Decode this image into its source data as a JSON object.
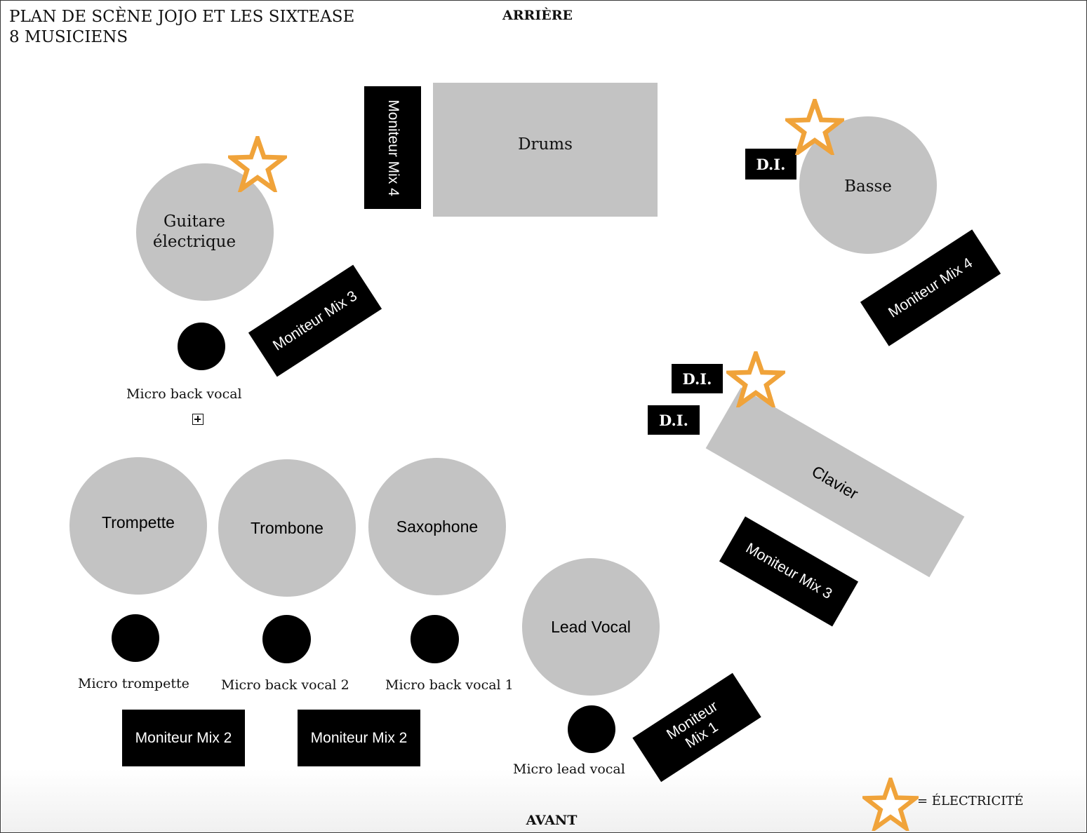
{
  "header": {
    "title_line1": "PLAN DE SCÈNE JOJO ET LES SIXTEASE",
    "title_line2": "8 MUSICIENS",
    "rear": "ARRIÈRE",
    "front": "AVANT"
  },
  "instruments": {
    "drums": "Drums",
    "guitar_line1": "Guitare",
    "guitar_line2": "électrique",
    "bass": "Basse",
    "keyboard": "Clavier",
    "trumpet": "Trompette",
    "trombone": "Trombone",
    "saxophone": "Saxophone",
    "lead_vocal": "Lead Vocal"
  },
  "monitors": {
    "drums_monitor": "Moniteur Mix 4",
    "guitar_monitor": "Moniteur Mix 3",
    "bass_monitor": "Moniteur Mix 4",
    "keyboard_monitor": "Moniteur Mix 3",
    "lead_monitor_line1": "Moniteur",
    "lead_monitor_line2": "Mix 1",
    "horns_monitor_left": "Moniteur Mix 2",
    "horns_monitor_right": "Moniteur Mix 2"
  },
  "di_boxes": {
    "bass_di": "D.I.",
    "keyboard_di_1": "D.I.",
    "keyboard_di_2": "D.I."
  },
  "mics": {
    "back_vocal": "Micro back vocal",
    "trumpet": "Micro trompette",
    "back_vocal_2": "Micro back vocal 2",
    "back_vocal_1": "Micro back vocal 1",
    "lead_vocal": "Micro lead vocal"
  },
  "legend": {
    "electricity": "= ÉLECTRICITÉ",
    "star_color": "#f0a33a"
  },
  "colors": {
    "instrument_fill": "#c3c3c3",
    "monitor_fill": "#000000"
  }
}
